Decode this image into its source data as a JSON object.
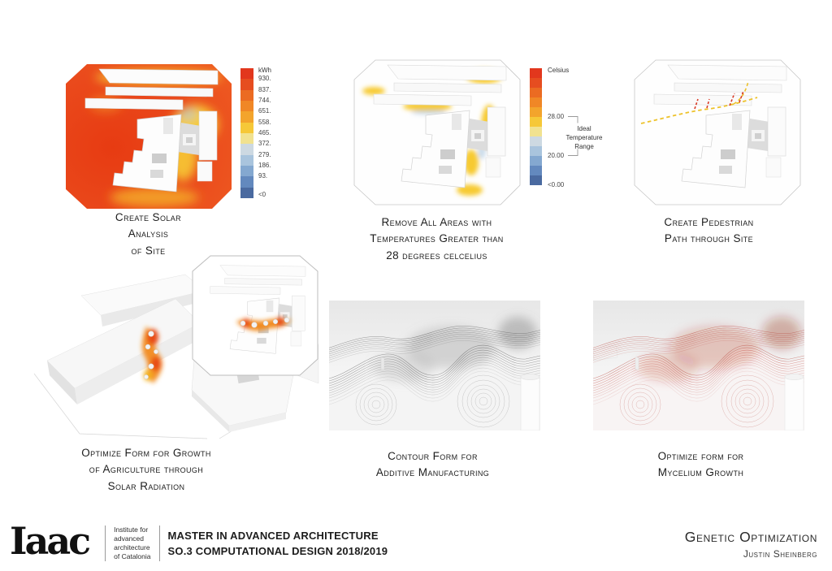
{
  "page": {
    "background": "#ffffff"
  },
  "colors": {
    "heat_red": "#e8481e",
    "heat_yellow": "#f7ca33",
    "heat_orange": "#f39b27",
    "heat_blue_hint": "#a9c4dd",
    "path_yellow": "#edc22a",
    "path_red": "#d93a26",
    "contour_grey": "#3c3c3c",
    "mycelium_red": "#b3271e",
    "legend_ramp": [
      "#e2371d",
      "#e64d20",
      "#eb6b22",
      "#f08726",
      "#f3a42c",
      "#f6c838",
      "#f1e290",
      "#cdd9e2",
      "#a9c4dd",
      "#84a8d0",
      "#6389be",
      "#4a6aa0"
    ]
  },
  "step1": {
    "caption": [
      "Create Solar",
      "Analysis",
      "of Site"
    ],
    "legend": {
      "title": "kWh",
      "labels": [
        "930.",
        "837.",
        "744.",
        "651.",
        "558.",
        "465.",
        "372.",
        "279.",
        "186.",
        "93.",
        "<0"
      ]
    }
  },
  "step2": {
    "caption": [
      "Remove All Areas with",
      "Temperatures Greater than",
      "28 degrees celcelius"
    ],
    "legend": {
      "title": "Celsius",
      "upper": "28.00",
      "lower": "20.00",
      "min": "<0.00",
      "range": [
        "Ideal",
        "Temperature",
        "Range"
      ]
    }
  },
  "step3": {
    "caption": [
      "Create Pedestrian",
      "Path through Site"
    ]
  },
  "step4": {
    "caption": [
      "Optimize Form for Growth",
      "of Agriculture through",
      "Solar Radiation"
    ]
  },
  "step5": {
    "caption": [
      "Contour Form for",
      "Additive Manufacturing"
    ]
  },
  "step6": {
    "caption": [
      "Optimize form for",
      "Mycelium Growth"
    ]
  },
  "footer": {
    "logo_text": "Iaac",
    "institute": [
      "Institute for",
      "advanced",
      "architecture",
      "of Catalonia"
    ],
    "program": [
      "MASTER IN ADVANCED ARCHITECTURE",
      "SO.3 COMPUTATIONAL DESIGN 2018/2019"
    ],
    "title": "Genetic Optimization",
    "author": "Justin Sheinberg"
  }
}
